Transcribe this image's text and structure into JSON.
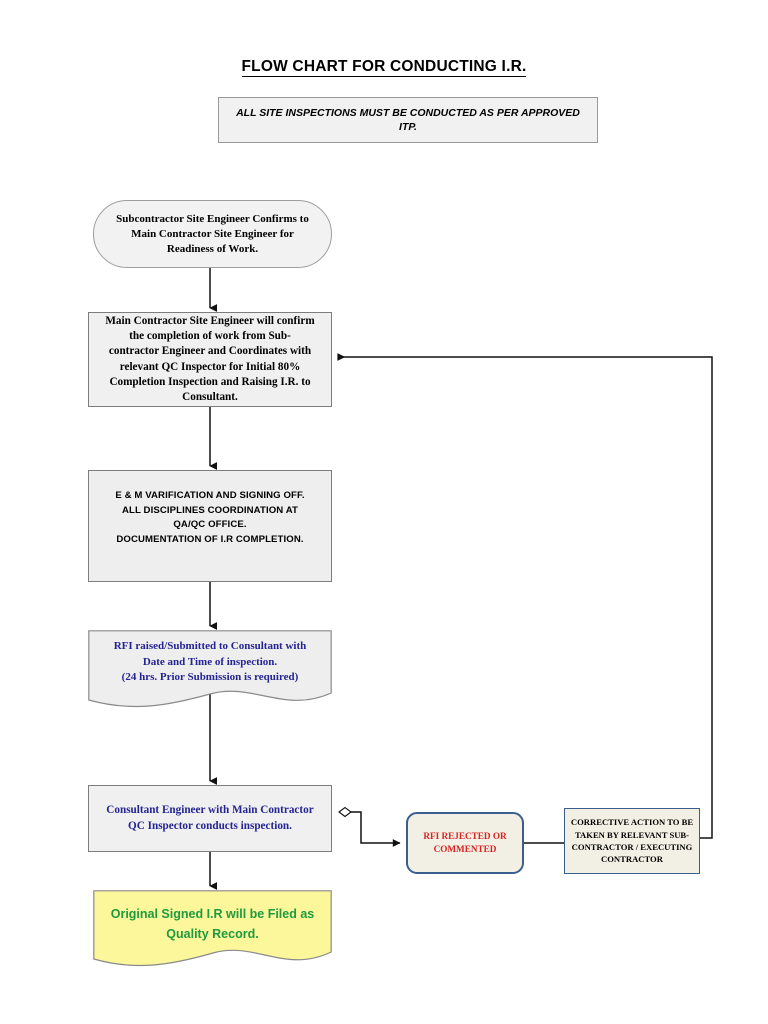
{
  "page": {
    "title": "FLOW CHART FOR CONDUCTING I.R.",
    "notice": "ALL SITE INSPECTIONS  MUST BE CONDUCTED  AS PER APPROVED ITP."
  },
  "colors": {
    "node_fill_gray": "#f0f0f0",
    "node_border_gray": "#7d7d7d",
    "accent_blue_text": "#242493",
    "accent_red_text": "#d82323",
    "accent_green_text": "#1f9a3f",
    "record_fill_yellow": "#fbf79a",
    "alert_border_blue": "#3a5f8f",
    "alert_fill_cream": "#f2f0e4",
    "connector_black": "#000000"
  },
  "chart_data": {
    "type": "diagram",
    "title": "FLOW CHART FOR CONDUCTING I.R.",
    "nodes": [
      {
        "id": "start",
        "shape": "stadium",
        "text": "Subcontractor Site Engineer Confirms to\nMain Contractor Site Engineer for\nReadiness of Work."
      },
      {
        "id": "confirm",
        "shape": "rectangle",
        "text": "Main Contractor Site Engineer will confirm\nthe completion of work from Sub-\ncontractor Engineer and Coordinates with\nrelevant QC Inspector for Initial 80%\nCompletion Inspection and Raising I.R. to\nConsultant."
      },
      {
        "id": "em",
        "shape": "rectangle",
        "text": "E & M VARIFICATION AND SIGNING OFF.\nALL DISCIPLINES COORDINATION AT\nQA/QC OFFICE.\nDOCUMENTATION OF I.R COMPLETION."
      },
      {
        "id": "rfi",
        "shape": "document",
        "text": "RFI raised/Submitted to Consultant with\nDate and Time of inspection.\n(24 hrs. Prior Submission is required)"
      },
      {
        "id": "inspect",
        "shape": "rectangle",
        "text": "Consultant Engineer with Main Contractor\nQC Inspector conducts inspection."
      },
      {
        "id": "rejected",
        "shape": "rounded-rectangle",
        "text": "RFI REJECTED OR\nCOMMENTED"
      },
      {
        "id": "corrective",
        "shape": "rectangle",
        "text": "CORRECTIVE ACTION TO BE\nTAKEN BY RELEVANT SUB-\nCONTRACTOR /  EXECUTING\nCONTRACTOR"
      },
      {
        "id": "record",
        "shape": "document",
        "text": "Original Signed I.R will be Filed as\nQuality Record."
      }
    ],
    "edges": [
      {
        "from": "start",
        "to": "confirm",
        "style": "arrow-down"
      },
      {
        "from": "confirm",
        "to": "em",
        "style": "arrow-down"
      },
      {
        "from": "em",
        "to": "rfi",
        "style": "arrow-down"
      },
      {
        "from": "rfi",
        "to": "inspect",
        "style": "arrow-down"
      },
      {
        "from": "inspect",
        "to": "record",
        "style": "arrow-down"
      },
      {
        "from": "inspect",
        "to": "rejected",
        "style": "diamond-then-arrow-right"
      },
      {
        "from": "rejected",
        "to": "corrective",
        "style": "line-right"
      },
      {
        "from": "corrective",
        "to": "confirm",
        "style": "arrow-loop-back-up-left"
      }
    ]
  }
}
